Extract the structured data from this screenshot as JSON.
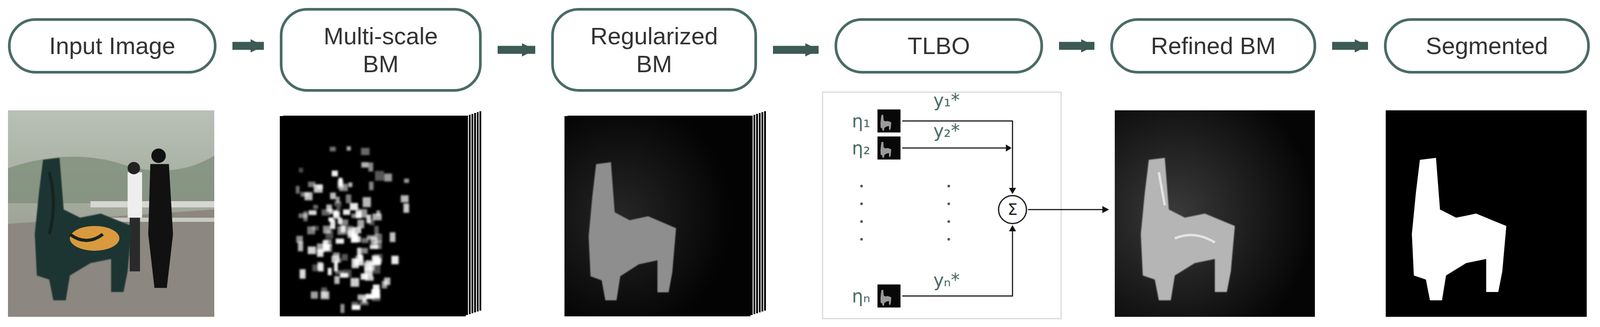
{
  "diagram": {
    "nodes": [
      {
        "text": [
          "Input Image"
        ]
      },
      {
        "text": [
          "Multi-scale BM"
        ]
      },
      {
        "text": [
          "Regularized BM"
        ]
      },
      {
        "text": [
          "TLBO"
        ]
      },
      {
        "text": [
          "Refined BM"
        ]
      },
      {
        "text": [
          "Segmented"
        ]
      },
      {
        "text": [
          "Σ"
        ]
      }
    ],
    "edges": [
      {
        "from": 0,
        "to": 1,
        "arrow": "to"
      },
      {
        "from": 1,
        "to": 2,
        "arrow": "to"
      },
      {
        "from": 2,
        "to": 3,
        "arrow": "to"
      },
      {
        "from": 3,
        "to": 4,
        "arrow": "to"
      },
      {
        "from": 4,
        "to": 5,
        "arrow": "to"
      }
    ],
    "labels": [
      "η₁",
      "y₁*",
      "η₂",
      "y₂*",
      "ηₙ",
      "yₙ*"
    ]
  }
}
